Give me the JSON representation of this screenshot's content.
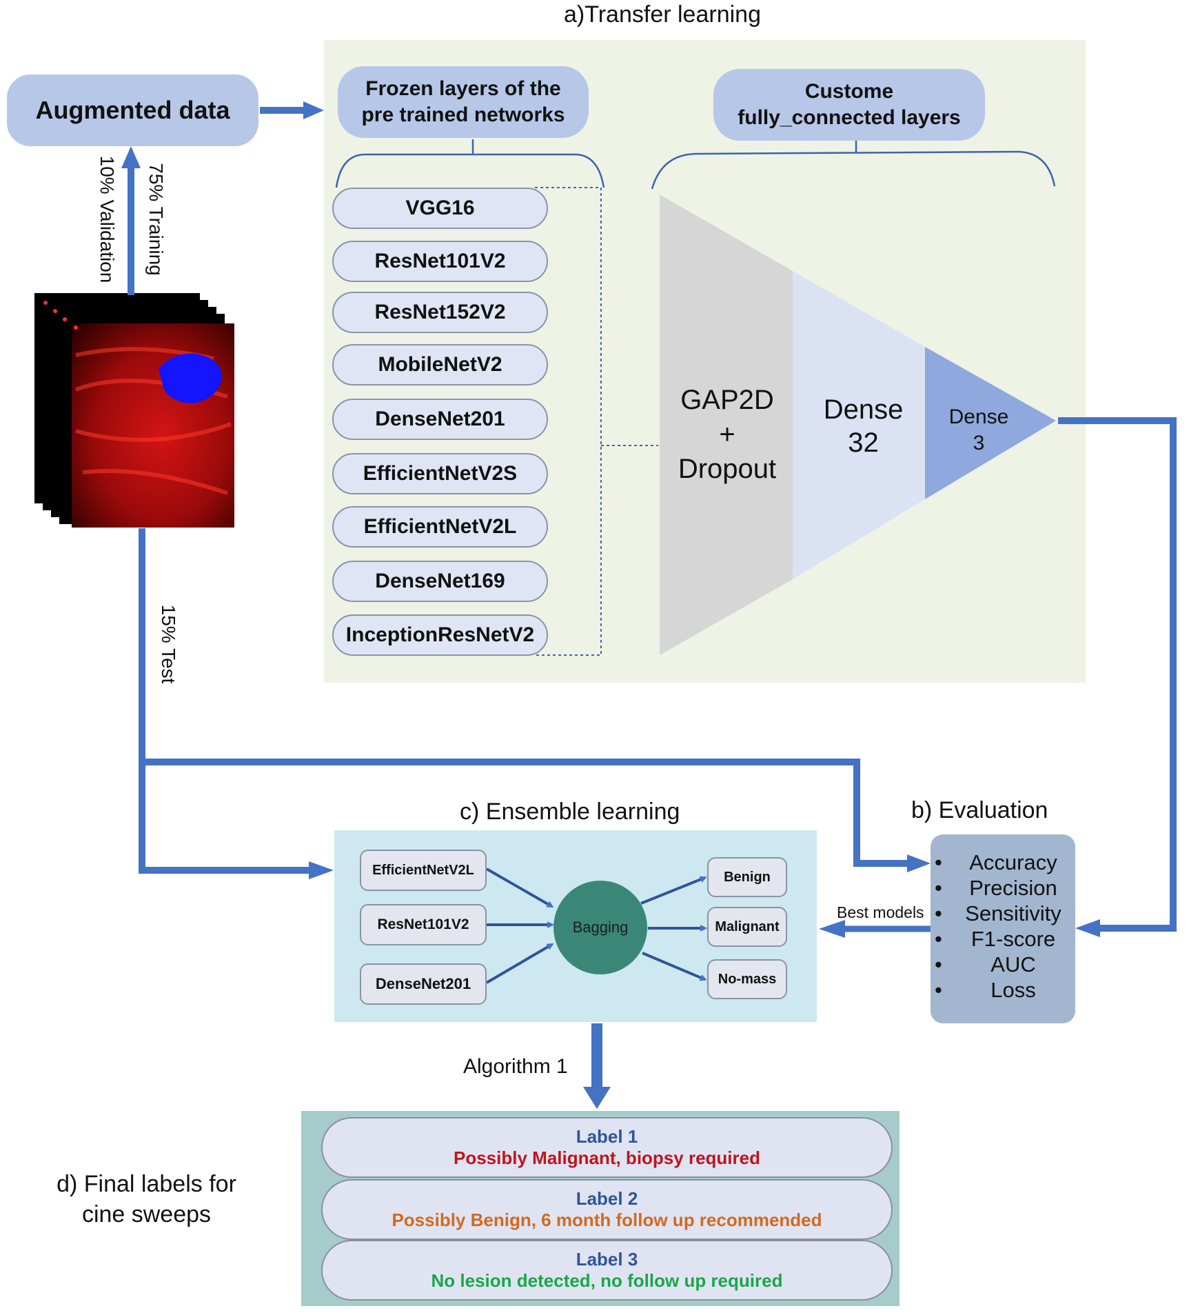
{
  "titles": {
    "transfer": "a)Transfer learning",
    "evaluation": "b) Evaluation",
    "ensemble": "c) Ensemble learning",
    "final": "d) Final labels for cine sweeps"
  },
  "augmented": "Augmented data",
  "split": {
    "training": "75% Training",
    "validation": "10% Validation",
    "test": "15% Test"
  },
  "frozen_header": "Frozen layers of the pre trained networks",
  "custom_header": "Custome fully_connected layers",
  "networks": [
    "VGG16",
    "ResNet101V2",
    "ResNet152V2",
    "MobileNetV2",
    "DenseNet201",
    "EfficientNetV2S",
    "EfficientNetV2L",
    "DenseNet169",
    "InceptionResNetV2"
  ],
  "layers": {
    "gap": [
      "GAP2D",
      "+",
      "Dropout"
    ],
    "dense32": [
      "Dense",
      "32"
    ],
    "dense3": [
      "Dense",
      "3"
    ]
  },
  "metrics": [
    "Accuracy",
    "Precision",
    "Sensitivity",
    "F1-score",
    "AUC",
    "Loss"
  ],
  "best_models": "Best models",
  "ensemble": {
    "models": [
      "EfficientNetV2L",
      "ResNet101V2",
      "DenseNet201"
    ],
    "center": "Bagging",
    "outputs": [
      "Benign",
      "Malignant",
      "No-mass"
    ]
  },
  "algorithm": "Algorithm 1",
  "labels": [
    {
      "title": "Label 1",
      "text": "Possibly Malignant, biopsy required",
      "color": "#c0141c"
    },
    {
      "title": "Label 2",
      "text": "Possibly Benign, 6 month follow up recommended",
      "color": "#d2691e"
    },
    {
      "title": "Label 3",
      "text": "No lesion detected, no follow up required",
      "color": "#1aa64a"
    }
  ],
  "colors": {
    "arrow": "#4472c4",
    "label_title": "#2f5597",
    "panel_transfer": "#eef3e6",
    "panel_ensemble": "#cde8f0",
    "panel_labels": "#a5cbcb",
    "bagging": "#3a8778",
    "eval_box": "#a3b6d0"
  }
}
